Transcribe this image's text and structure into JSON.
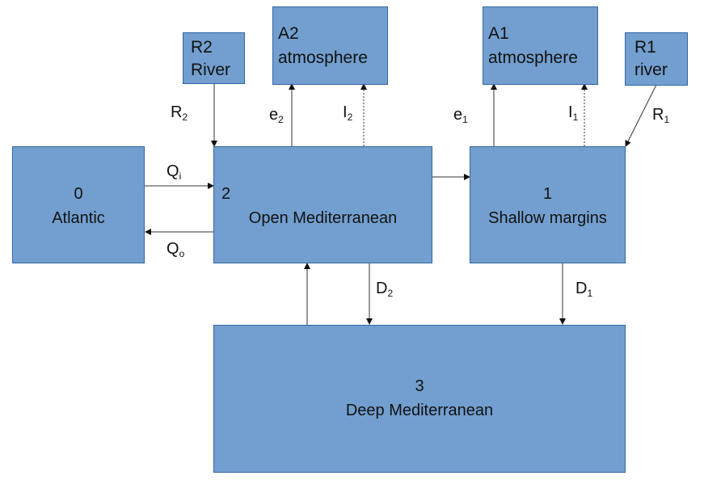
{
  "boxes": {
    "atlantic": {
      "id": "0",
      "name": "Atlantic"
    },
    "open_med": {
      "id": "2",
      "name": "Open Mediterranean"
    },
    "shallow": {
      "id": "1",
      "name": "Shallow margins"
    },
    "deep": {
      "id": "3",
      "name": "Deep Mediterranean"
    },
    "r2": {
      "id": "R2",
      "name": "River"
    },
    "a2": {
      "id": "A2",
      "name": "atmosphere"
    },
    "a1": {
      "id": "A1",
      "name": "atmosphere"
    },
    "r1": {
      "id": "R1",
      "name": "river"
    }
  },
  "flows": {
    "r2": {
      "base": "R",
      "sub": "2"
    },
    "e2": {
      "base": "e",
      "sub": "2"
    },
    "i2": {
      "base": "I",
      "sub": "2"
    },
    "e1": {
      "base": "e",
      "sub": "1"
    },
    "i1": {
      "base": "I",
      "sub": "1"
    },
    "r1": {
      "base": "R",
      "sub": "1"
    },
    "qi": {
      "base": "Q",
      "sub": "i"
    },
    "qo": {
      "base": "Q",
      "sub": "o"
    },
    "d2": {
      "base": "D",
      "sub": "2"
    },
    "d1": {
      "base": "D",
      "sub": "1"
    }
  },
  "colors": {
    "box_fill": "#729fcf",
    "box_border": "#3465a4",
    "arrow": "#333333"
  }
}
